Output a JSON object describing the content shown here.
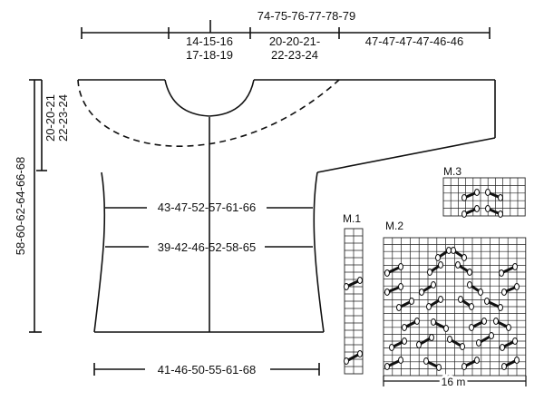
{
  "top": {
    "total_width": "74-75-76-77-78-79",
    "neck_line1": "14-15-16",
    "neck_line2": "17-18-19",
    "shoulder_line1": "20-20-21-",
    "shoulder_line2": "22-23-24",
    "sleeve": "47-47-47-47-46-46"
  },
  "left": {
    "total_length": "58-60-62-64-66-68",
    "yoke_line1": "20-20-21",
    "yoke_line2": "22-23-24"
  },
  "body": {
    "upper_width": "43-47-52-57-61-66",
    "waist_width": "39-42-46-52-58-65",
    "bottom_width": "41-46-50-55-61-68"
  },
  "charts": {
    "m1_label": "M.1",
    "m2_label": "M.2",
    "m3_label": "M.3",
    "m2_width_label": "16 m"
  }
}
